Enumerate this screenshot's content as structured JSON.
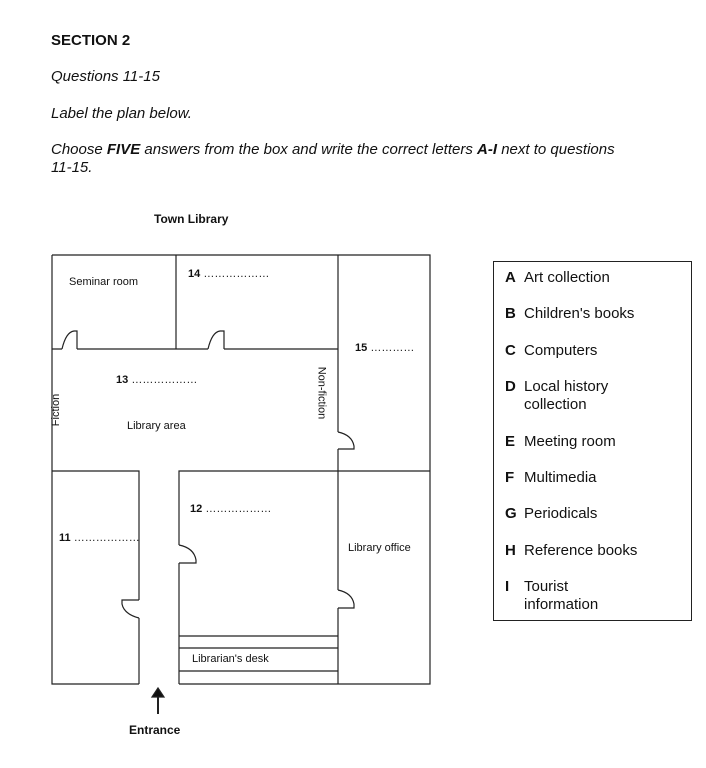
{
  "heading": "SECTION 2",
  "questions_range": "Questions 11-15",
  "instruction_1": "Label the plan below.",
  "instruction_2": {
    "part1": "Choose ",
    "bold1": "FIVE",
    "part2": " answers from the box and write the correct letters ",
    "bold2": "A-I",
    "part3": " next to questions",
    "line2": "11-15."
  },
  "plan": {
    "title": "Town Library",
    "rooms": {
      "seminar": "Seminar room",
      "library_area": "Library area",
      "fiction": "Fiction",
      "non_fiction": "Non-fiction",
      "library_office": "Library office",
      "librarians_desk": "Librarian's desk"
    },
    "blanks": {
      "q11": "11",
      "q12": "12",
      "q13": "13",
      "q14": "14",
      "q15": "15",
      "dots_long": "………………",
      "dots_short": "…………"
    },
    "entrance": "Entrance"
  },
  "options": [
    {
      "letter": "A",
      "text": "Art collection"
    },
    {
      "letter": "B",
      "text": "Children's books"
    },
    {
      "letter": "C",
      "text": "Computers"
    },
    {
      "letter": "D",
      "text": "Local history collection"
    },
    {
      "letter": "E",
      "text": "Meeting room"
    },
    {
      "letter": "F",
      "text": "Multimedia"
    },
    {
      "letter": "G",
      "text": "Periodicals"
    },
    {
      "letter": "H",
      "text": "Reference books"
    },
    {
      "letter": "I",
      "text": "Tourist information"
    }
  ]
}
